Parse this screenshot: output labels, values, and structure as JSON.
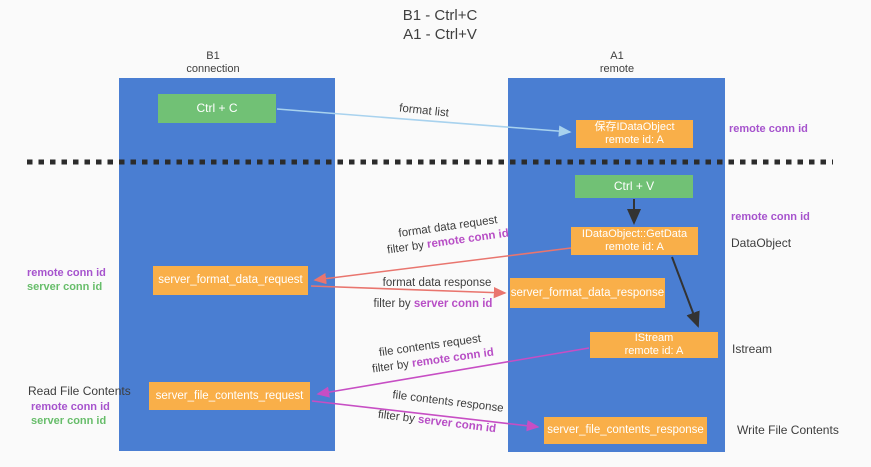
{
  "title": {
    "line1": "B1 - Ctrl+C",
    "line2": "A1 - Ctrl+V"
  },
  "lanes": {
    "left": {
      "title": "B1",
      "subtitle": "connection"
    },
    "right": {
      "title": "A1",
      "subtitle": "remote"
    }
  },
  "nodes": {
    "ctrl_c": {
      "label": "Ctrl + C"
    },
    "ctrl_v": {
      "label": "Ctrl + V"
    },
    "save_idataobject": {
      "line1": "保存IDataObject",
      "line2": "remote id: A"
    },
    "idataobject_getdata": {
      "line1": "IDataObject::GetData",
      "line2": "remote id: A"
    },
    "istream": {
      "line1": "IStream",
      "line2": "remote id: A"
    },
    "server_format_data_request": {
      "label": "server_format_data_request"
    },
    "server_format_data_response": {
      "label": "server_format_data_response"
    },
    "server_file_contents_request": {
      "label": "server_file_contents_request"
    },
    "server_file_contents_response": {
      "label": "server_file_contents_response"
    }
  },
  "annotations": {
    "right_remote_conn_id_top": "remote conn id",
    "right_remote_conn_id_mid": "remote conn id",
    "right_dataobject": "DataObject",
    "right_istream": "Istream",
    "right_write_file_contents": "Write File Contents",
    "left_remote_conn_id_mid": "remote conn id",
    "left_server_conn_id_mid": "server conn id",
    "left_read_file_contents": "Read File Contents",
    "left_remote_conn_id_bottom": "remote conn id",
    "left_server_conn_id_bottom": "server conn id"
  },
  "arrows": {
    "format_list": {
      "label": "format list"
    },
    "format_data_request": {
      "label": "format data request",
      "filter_prefix": "filter by ",
      "filter_key": "remote conn id"
    },
    "format_data_response": {
      "label": "format data response",
      "filter_prefix": "filter by ",
      "filter_key": "server conn id"
    },
    "file_contents_request": {
      "label": "file contents request",
      "filter_prefix": "filter by ",
      "filter_key": "remote conn id"
    },
    "file_contents_response": {
      "label": "file contents response",
      "filter_prefix": "filter by ",
      "filter_key": "server conn id"
    }
  },
  "colors": {
    "lane_blue": "#4a7ed2",
    "node_green": "#71c175",
    "node_orange": "#f9af49",
    "arrow_red": "#e9756e",
    "arrow_magenta": "#c74ec4",
    "arrow_light_blue": "#a8d2ee",
    "arrow_black": "#333333",
    "dashed_line": "#2b2b2b",
    "label_purple": "#a653cd",
    "label_green": "#67bd6a",
    "filter_highlight": "#b84fc6"
  }
}
